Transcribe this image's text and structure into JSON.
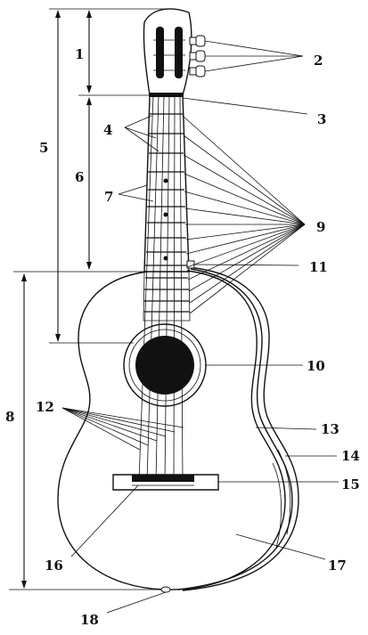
{
  "labels": [
    {
      "id": "L1",
      "text": "1"
    },
    {
      "id": "L2",
      "text": "2"
    },
    {
      "id": "L3",
      "text": "3"
    },
    {
      "id": "L4",
      "text": "4"
    },
    {
      "id": "L5",
      "text": "5"
    },
    {
      "id": "L6",
      "text": "6"
    },
    {
      "id": "L7",
      "text": "7"
    },
    {
      "id": "L8",
      "text": "8"
    },
    {
      "id": "L9",
      "text": "9"
    },
    {
      "id": "L10",
      "text": "10"
    },
    {
      "id": "L11",
      "text": "11"
    },
    {
      "id": "L12",
      "text": "12"
    },
    {
      "id": "L13",
      "text": "13"
    },
    {
      "id": "L14",
      "text": "14"
    },
    {
      "id": "L15",
      "text": "15"
    },
    {
      "id": "L16",
      "text": "16"
    },
    {
      "id": "L17",
      "text": "17"
    },
    {
      "id": "L18",
      "text": "18"
    }
  ],
  "colors": {
    "ink": "#111111",
    "paper": "#ffffff"
  }
}
